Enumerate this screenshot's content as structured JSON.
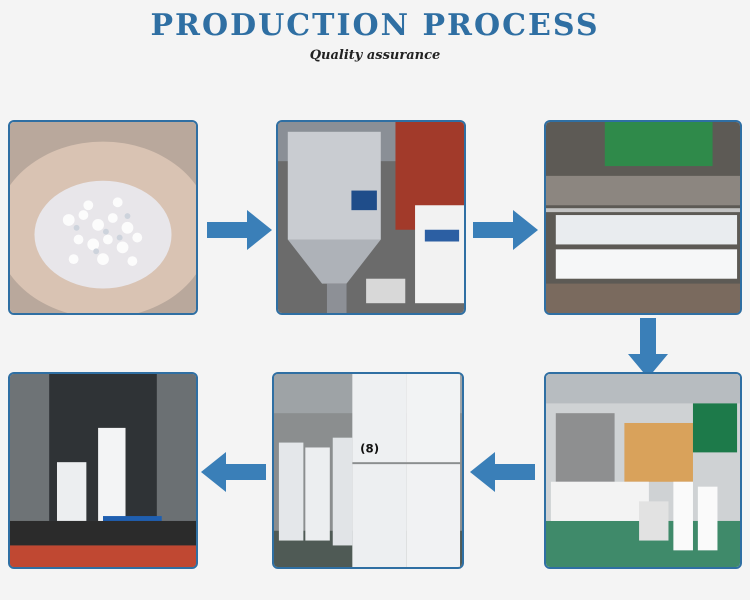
{
  "header": {
    "title": "PRODUCTION PROCESS",
    "subtitle": "Quality assurance"
  },
  "steps": [
    {
      "name": "raw-material-pellets"
    },
    {
      "name": "mixing-hopper"
    },
    {
      "name": "meltblown-production-line"
    },
    {
      "name": "slitting-machines"
    },
    {
      "name": "finished-rolls-warehouse"
    },
    {
      "name": "container-loading"
    }
  ],
  "labels": {
    "roll_tag": "(8)"
  },
  "colors": {
    "title": "#2f6fa3",
    "arrow": "#3a7fb8",
    "frame": "#2f6fa3"
  }
}
